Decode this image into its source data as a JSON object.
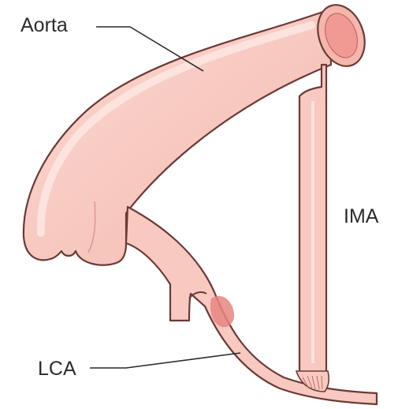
{
  "labels": {
    "aorta": "Aorta",
    "ima": "IMA",
    "lca": "LCA"
  },
  "colors": {
    "vessel_fill": "#f8c9c0",
    "vessel_stroke": "#6b3a36",
    "lumen": "#f09a93",
    "stenosis": "#e8857f",
    "leader_line": "#2b2b2b",
    "text": "#2b2b2b"
  }
}
